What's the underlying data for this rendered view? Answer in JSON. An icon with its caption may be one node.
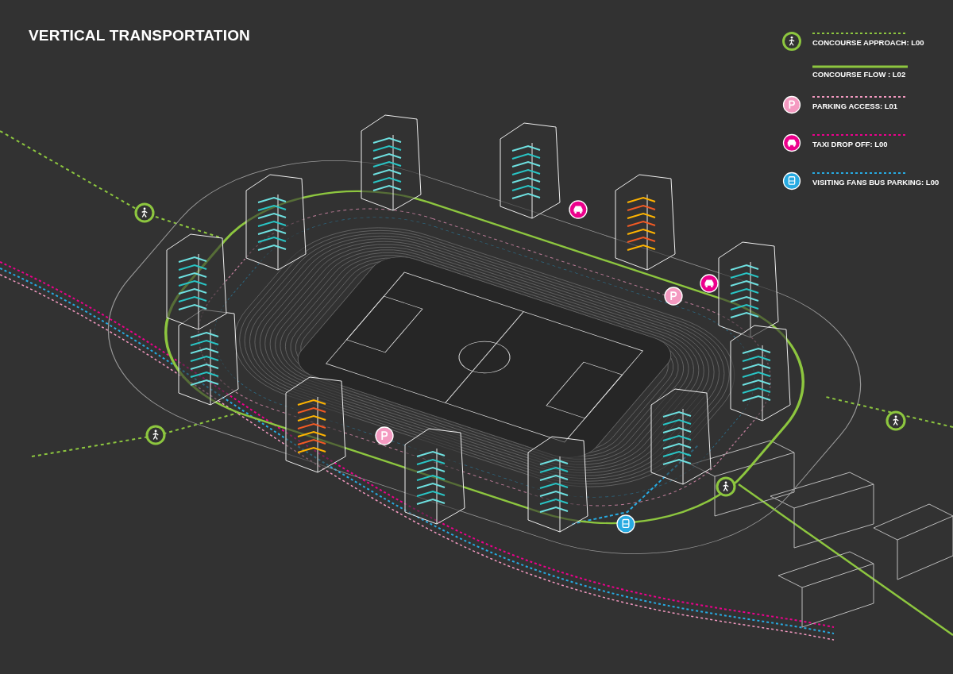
{
  "diagram": {
    "title": "VERTICAL TRANSPORTATION",
    "legend": [
      {
        "text": "CONCOURSE APPROACH: L00"
      },
      {
        "text": "CONCOURSE FLOW : L02"
      },
      {
        "text": "PARKING ACCESS: L01"
      },
      {
        "text": "TAXI DROP OFF: L00"
      },
      {
        "text": "VISITING FANS BUS PARKING: L00"
      }
    ]
  }
}
